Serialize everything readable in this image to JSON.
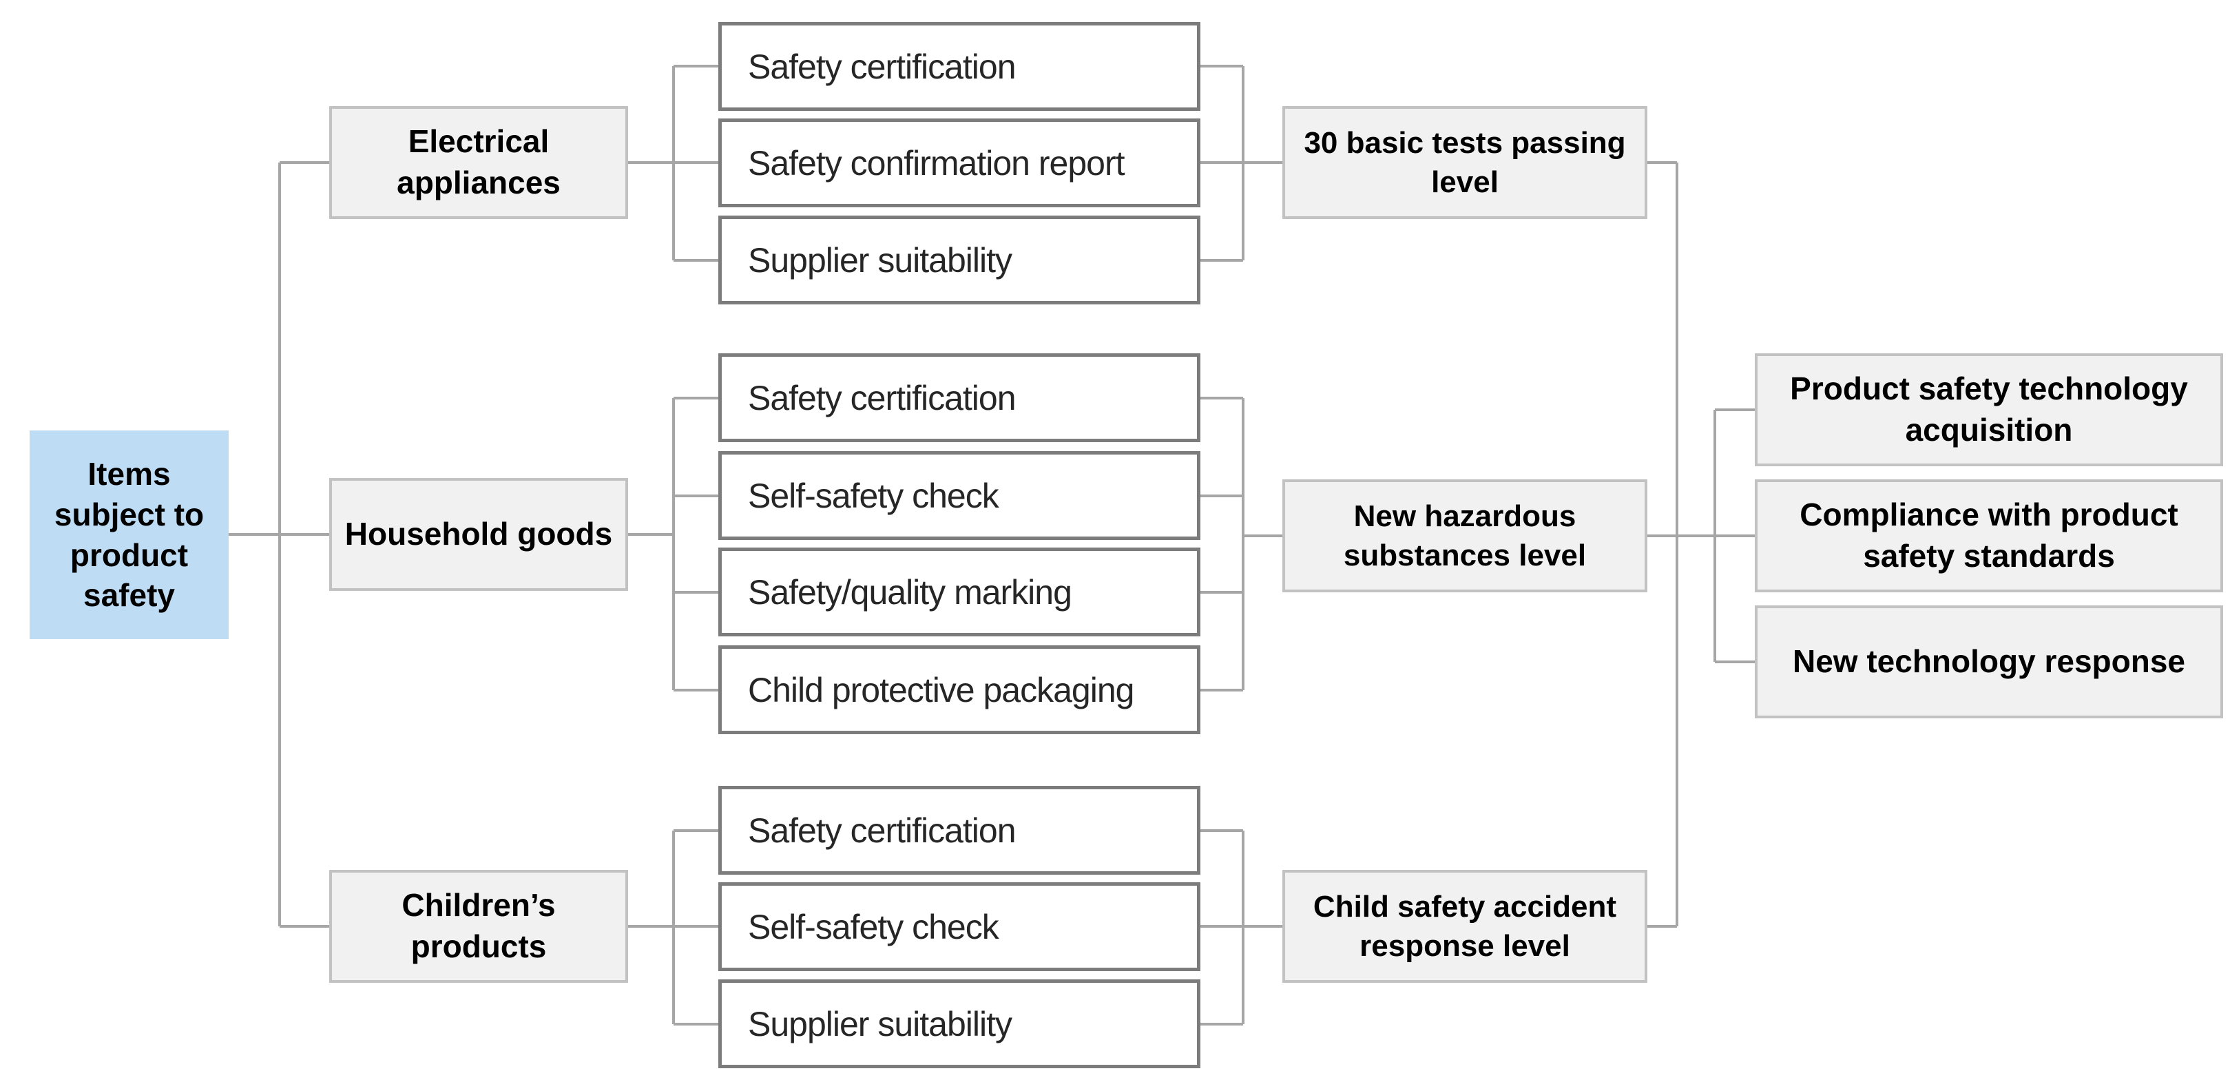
{
  "diagram": {
    "root": {
      "label": "Items subject to product safety"
    },
    "groups": [
      {
        "category": "Electrical appliances",
        "items": [
          "Safety certification",
          "Safety confirmation report",
          "Supplier suitability"
        ],
        "level": "30 basic tests passing level"
      },
      {
        "category": "Household goods",
        "items": [
          "Safety certification",
          "Self-safety check",
          "Safety/quality marking",
          "Child protective packaging"
        ],
        "level": "New hazardous substances level"
      },
      {
        "category": "Children’s products",
        "items": [
          "Safety certification",
          "Self-safety check",
          "Supplier suitability"
        ],
        "level": "Child safety accident response level"
      }
    ],
    "outcomes": [
      "Product safety technology acquisition",
      "Compliance with product safety standards",
      "New technology response"
    ],
    "colors": {
      "root_fill": "#bfdcf5",
      "gray_fill": "#f1f1f1",
      "gray_border": "#c2c2c2",
      "item_border": "#7c7c7c",
      "connector": "#a6a6a6",
      "text": "#000000"
    }
  }
}
